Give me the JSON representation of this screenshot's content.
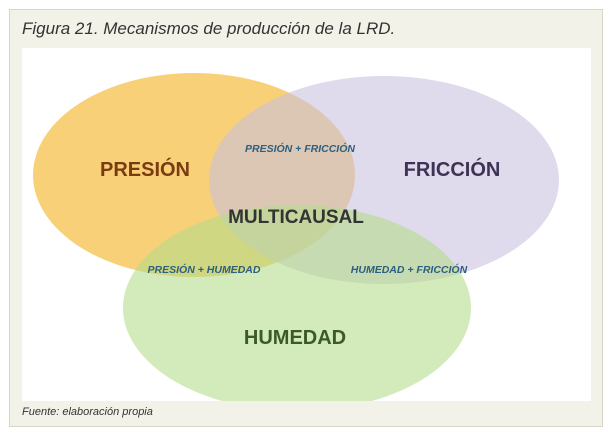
{
  "figure": {
    "title": "Figura 21. Mecanismos de producción de la LRD.",
    "source": "Fuente: elaboración propia"
  },
  "diagram": {
    "sets": [
      {
        "id": "presion",
        "label": "PRESIÓN",
        "fill": "#f5c04a",
        "text_color": "#7a3a12"
      },
      {
        "id": "friccion",
        "label": "FRICCIÓN",
        "fill": "#c9c1e0",
        "text_color": "#3f3355"
      },
      {
        "id": "humedad",
        "label": "HUMEDAD",
        "fill": "#b6dc8c",
        "text_color": "#3b5a27"
      }
    ],
    "intersections": {
      "presion_friccion": "PRESIÓN + FRICCIÓN",
      "presion_humedad": "PRESIÓN + HUMEDAD",
      "humedad_friccion": "HUMEDAD + FRICCIÓN",
      "all": "MULTICAUSAL"
    },
    "colors": {
      "intersection_text": "#2c5f80",
      "center_text": "#333333"
    }
  }
}
